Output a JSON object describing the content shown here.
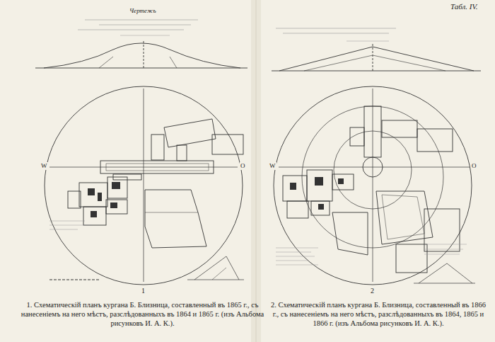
{
  "diagram": {
    "labels": [
      "Табл. IV.",
      "Чертежъ",
      "W",
      "O",
      "1",
      "1. Схематическій планъ кургана Б. Близница, составленный въ 1865 г., съ нанесеніемъ на него мѣстъ, разслѣдованныхъ въ 1864 и 1865 г. (изъ Альбома рисунковъ И. А. К.).",
      "W",
      "O",
      "2",
      "2. Схематическій планъ кургана Б. Близница, составленный въ 1866 г., съ нанесеніемъ на него мѣстъ, разслѣдованныхъ въ 1864, 1865 и 1866 г. (изъ Альбома рисунковъ И. А. К.)."
    ]
  }
}
